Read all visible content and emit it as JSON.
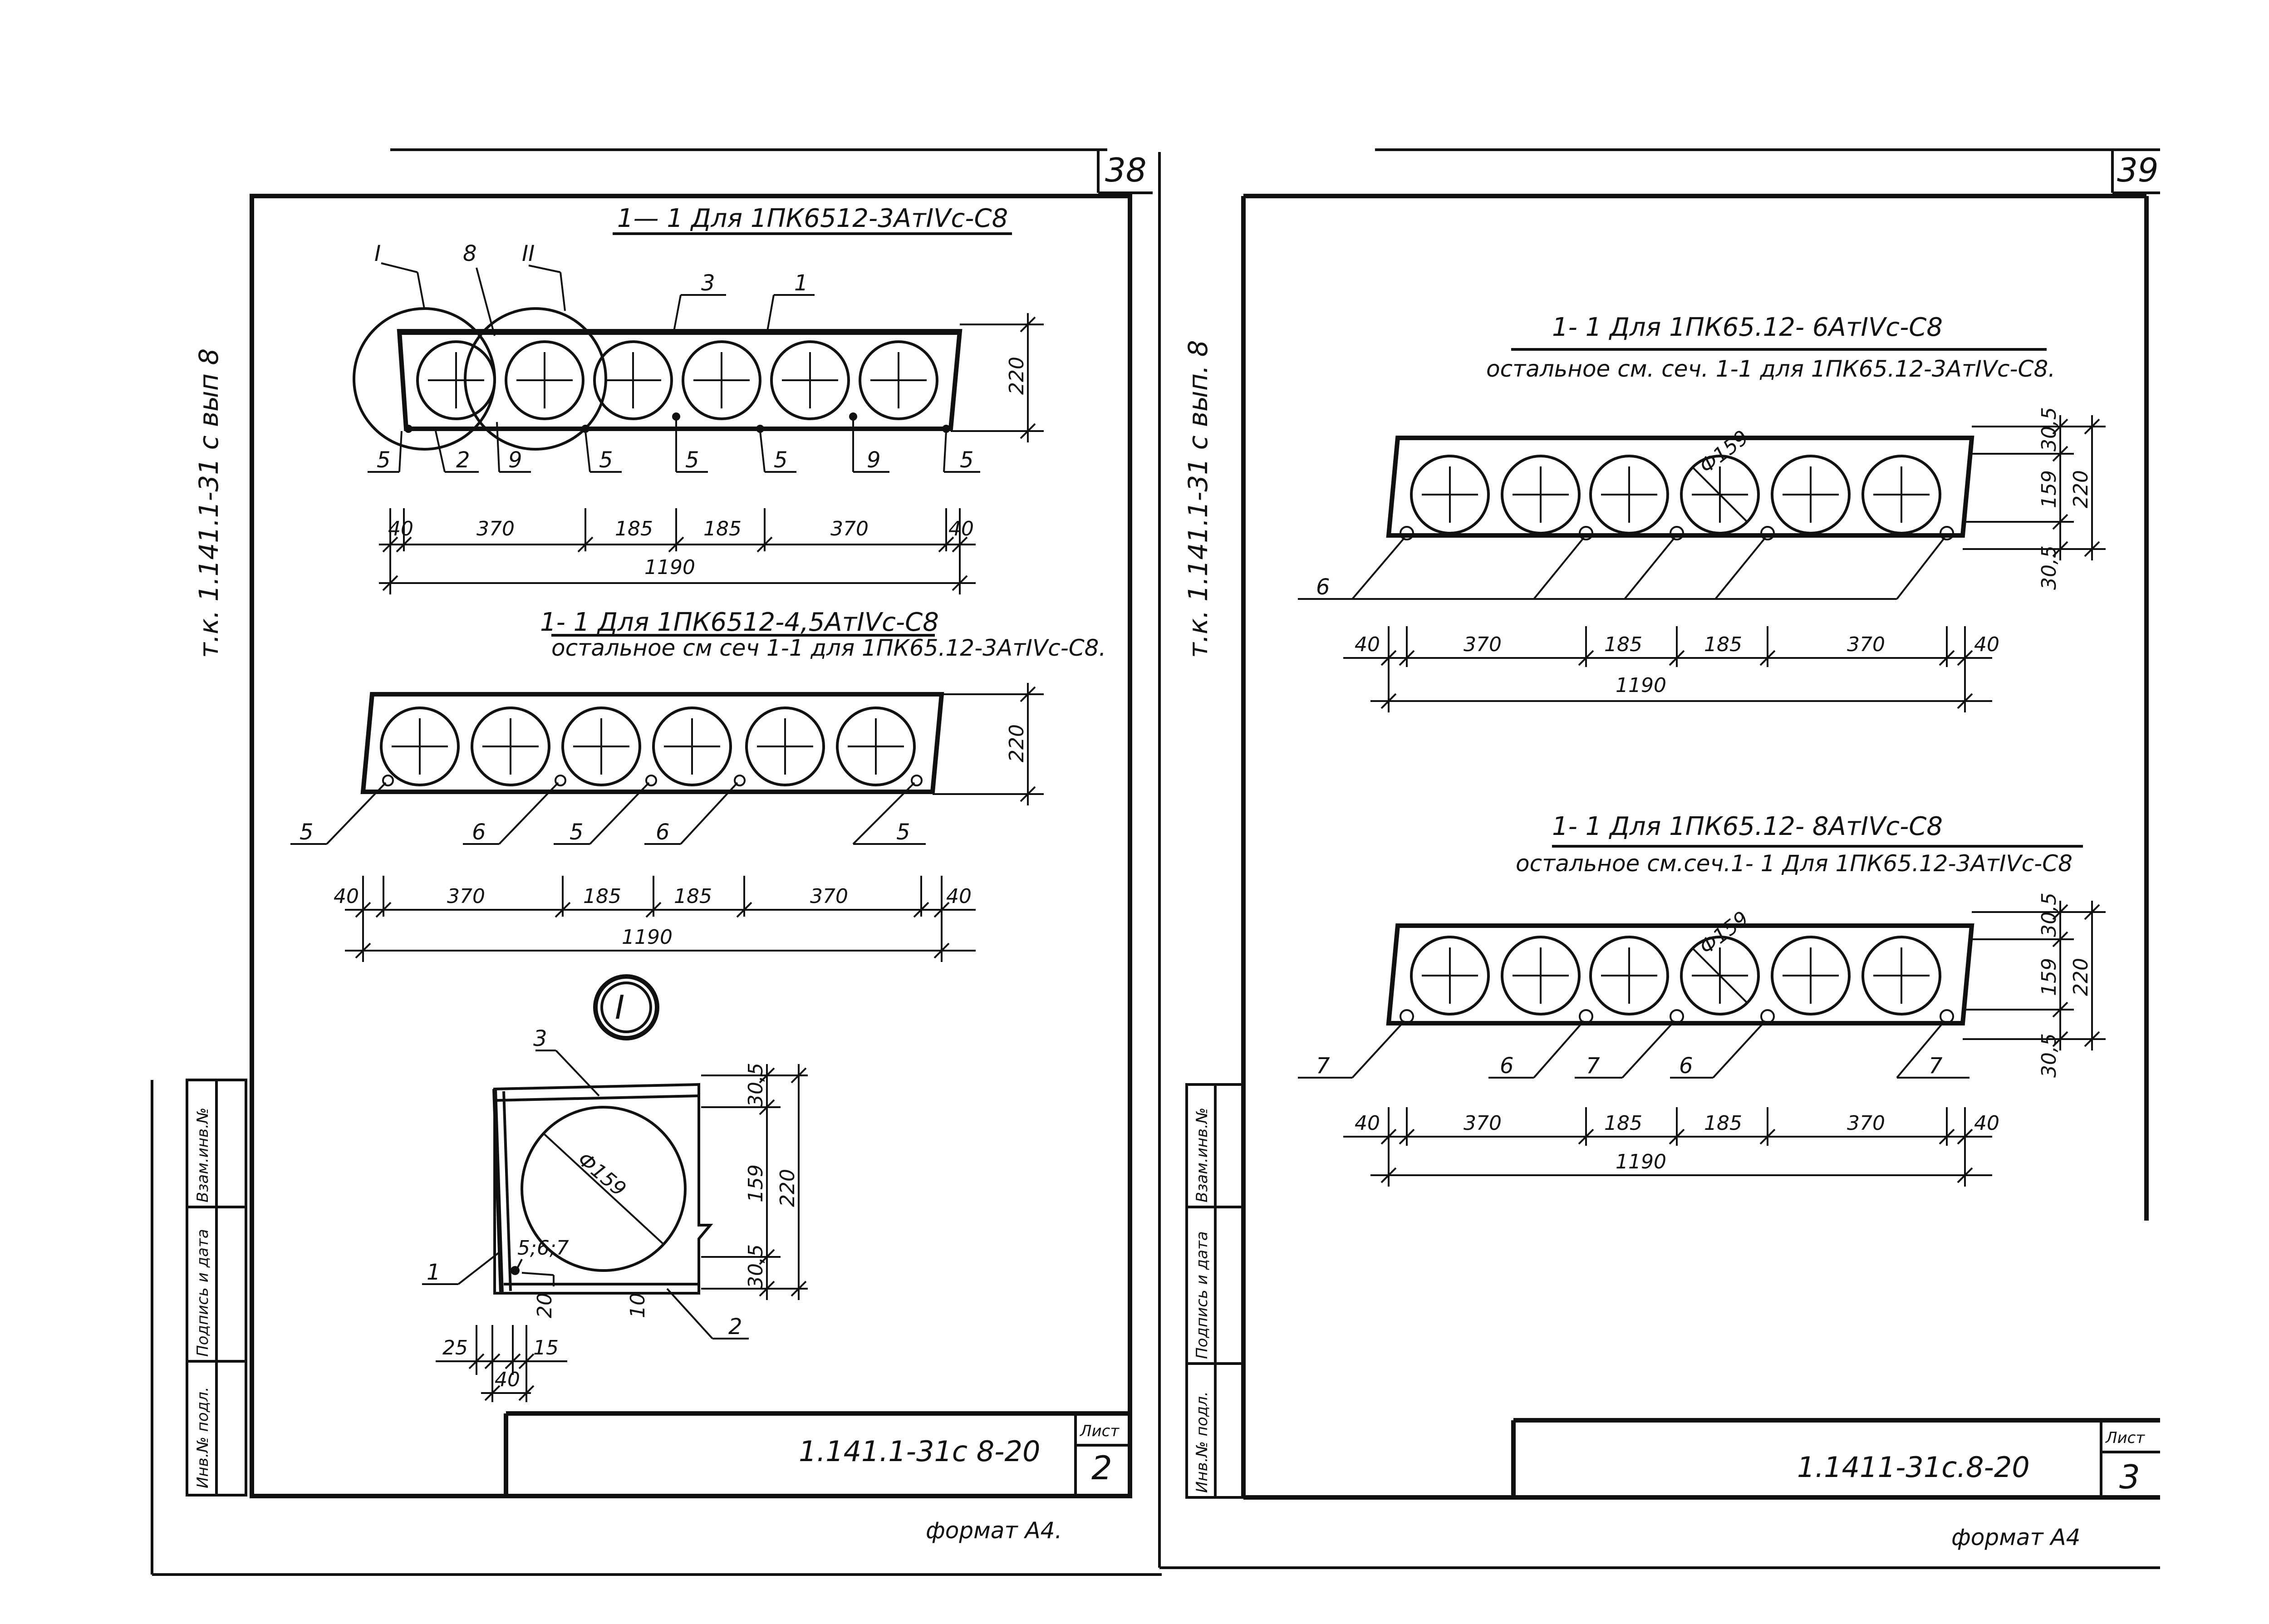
{
  "sheets": [
    {
      "page_number": "38",
      "side_label": "т.к. 1.141.1-31 с  вып 8",
      "code": "1.141.1-31с 8-20",
      "list_label": "Лист",
      "list_number": "2",
      "format": "формат А4.",
      "stamp": [
        "Инв.№ подл.",
        "Подпись и дата",
        "Взам.инв.№"
      ],
      "section_a": {
        "title": "1— 1 Для 1ПК6512-3АтIVс-С8",
        "height": "220",
        "labels_top": [
          "I",
          "8",
          "II",
          "3",
          "1"
        ],
        "labels_bottom": [
          "5",
          "2",
          "9",
          "5",
          "5",
          "5",
          "9",
          "5"
        ],
        "dims": [
          "40",
          "370",
          "185",
          "185",
          "370",
          "40"
        ],
        "total": "1190"
      },
      "section_b": {
        "title": "1- 1 Для 1ПК6512-4,5АтIVс-С8",
        "subtitle": "остальное см сеч 1-1 для 1ПК65.12-3АтIVс-С8.",
        "height": "220",
        "labels": [
          "5",
          "6",
          "5",
          "6",
          "5"
        ],
        "dims": [
          "40",
          "370",
          "185",
          "185",
          "370",
          "40"
        ],
        "total": "1190"
      },
      "detail": {
        "mark": "I",
        "diameter": "Ф159",
        "dims_v": [
          "30,5",
          "159",
          "220",
          "30,5"
        ],
        "dims_h": [
          "25",
          "15",
          "40"
        ],
        "small": [
          "20",
          "10"
        ],
        "rebar": "5;6;7",
        "labels": [
          "3",
          "1",
          "2"
        ]
      }
    },
    {
      "page_number": "39",
      "side_label": "т.к. 1.141.1-31 с  вып. 8",
      "code": "1.1411-31с.8-20",
      "list_label": "Лист",
      "list_number": "3",
      "format": "формат А4",
      "stamp": [
        "Инв.№ подл.",
        "Подпись и дата",
        "Взам.инв.№"
      ],
      "section_c": {
        "title": "1- 1 Для 1ПК65.12- 6АтIVс-С8",
        "subtitle": "остальное см. сеч. 1-1 для 1ПК65.12-3АтIVс-С8.",
        "diameter": "Ф159",
        "dims_v": [
          "30,5",
          "159",
          "220",
          "30,5"
        ],
        "labels": [
          "6"
        ],
        "dims": [
          "40",
          "370",
          "185",
          "185",
          "370",
          "40"
        ],
        "total": "1190"
      },
      "section_d": {
        "title": "1- 1 Для 1ПК65.12- 8АтIVс-С8",
        "subtitle": "остальное см.сеч.1- 1 Для 1ПК65.12-3АтIVс-С8",
        "diameter": "Ф159",
        "dims_v": [
          "30,5",
          "159",
          "220",
          "30,5"
        ],
        "labels": [
          "7",
          "6",
          "7",
          "6",
          "7"
        ],
        "dims": [
          "40",
          "370",
          "185",
          "185",
          "370",
          "40"
        ],
        "total": "1190"
      }
    }
  ]
}
